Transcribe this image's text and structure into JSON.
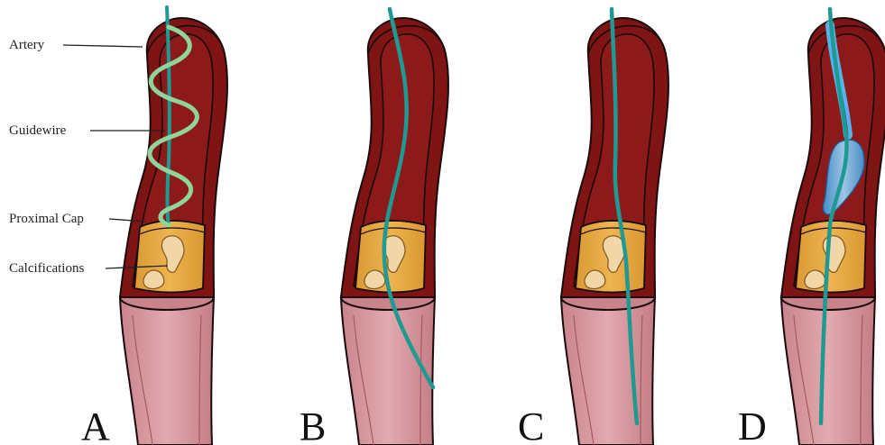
{
  "labels": {
    "artery": "Artery",
    "guidewire": "Guidewire",
    "proximal_cap": "Proximal Cap",
    "calcifications": "Calcifications"
  },
  "panels": [
    {
      "letter": "A",
      "stage": "spiral-guidewire-at-proximal-cap"
    },
    {
      "letter": "B",
      "stage": "guidewire-crossing-occlusion"
    },
    {
      "letter": "C",
      "stage": "guidewire-through-occlusion"
    },
    {
      "letter": "D",
      "stage": "balloon-over-guidewire"
    }
  ],
  "colors": {
    "artery_wall": "#7f1414",
    "artery_lumen": "#8c1a1a",
    "artery_outline": "#1a0a0a",
    "healthy_vessel": "#d79aa0",
    "healthy_vessel_dark": "#b9737c",
    "plaque": "#e6a93e",
    "calcification": "#f1d7a8",
    "guidewire": "#1f9a93",
    "guidewire_spiral": "#8fd49a",
    "balloon": "#5ab0e8"
  },
  "icons": [
    "artery-icon",
    "guidewire-icon",
    "calcification-icon",
    "balloon-catheter-icon"
  ]
}
